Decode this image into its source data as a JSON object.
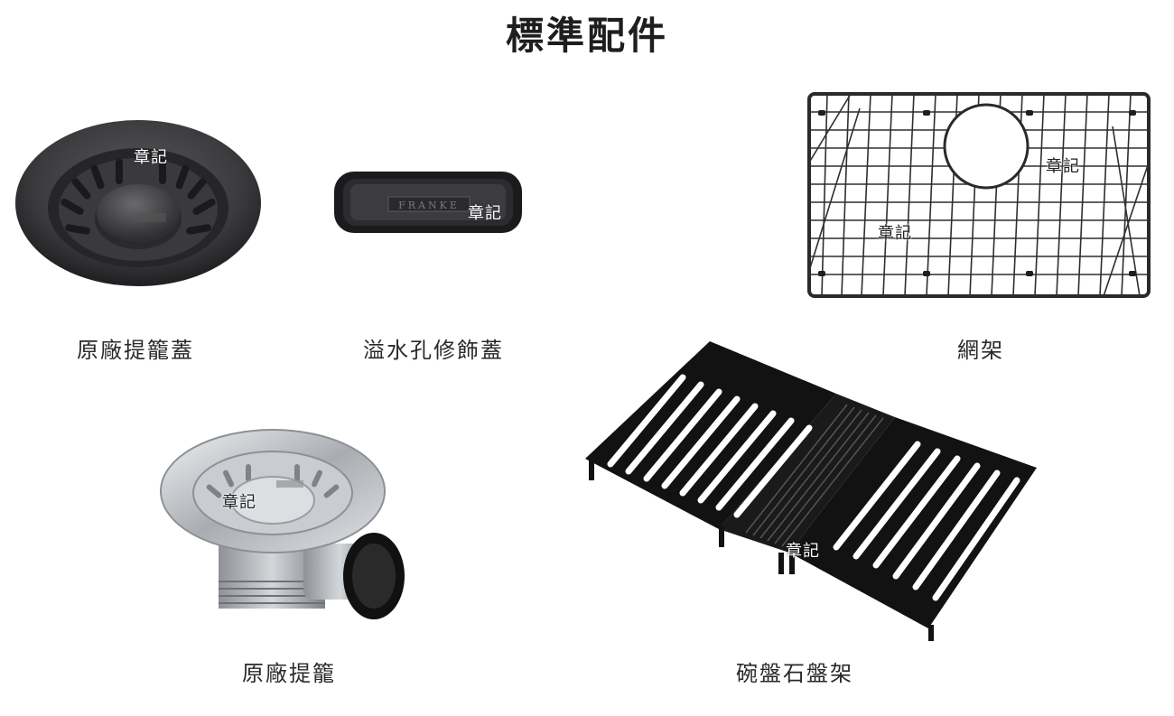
{
  "title": "標準配件",
  "watermark": "章記",
  "items": [
    {
      "id": "basket-strainer-cover",
      "label": "原廠提籠蓋",
      "icon": "strainer-cover-icon",
      "brand_mark": ""
    },
    {
      "id": "overflow-cover",
      "label": "溢水孔修飾蓋",
      "icon": "overflow-cover-icon",
      "brand_mark": "FRANKE"
    },
    {
      "id": "grid-rack",
      "label": "網架",
      "icon": "grid-rack-icon"
    },
    {
      "id": "basket-strainer",
      "label": "原廠提籠",
      "icon": "basket-strainer-icon"
    },
    {
      "id": "dish-rack",
      "label": "碗盤石盤架",
      "icon": "dish-rack-icon"
    }
  ],
  "colors": {
    "dark_metal": "#3a3a3c",
    "steel": "#b8bcc0",
    "black": "#111111"
  }
}
